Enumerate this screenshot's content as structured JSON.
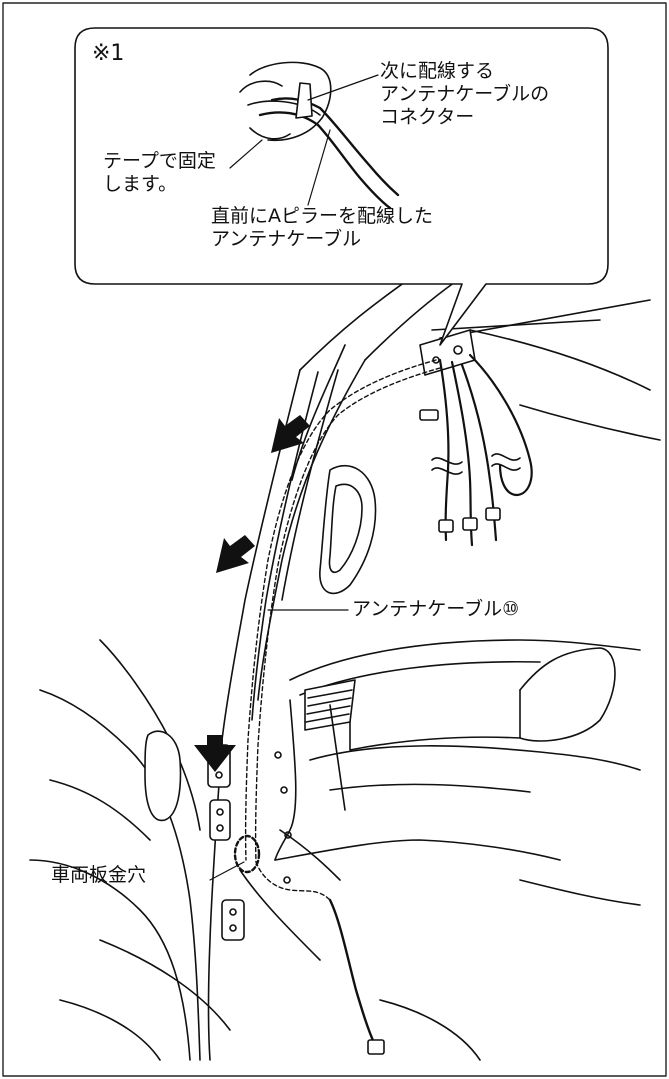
{
  "callout": {
    "heading": "※1",
    "connector_label": "次に配線する\nアンテナケーブルの\nコネクター",
    "tape_label": "テープで固定\nします。",
    "cable_label": "直前にAピラーを配線した\nアンテナケーブル"
  },
  "main": {
    "antenna_cable_label": "アンテナケーブル⑩",
    "panel_hole_label": "車両板金穴"
  }
}
